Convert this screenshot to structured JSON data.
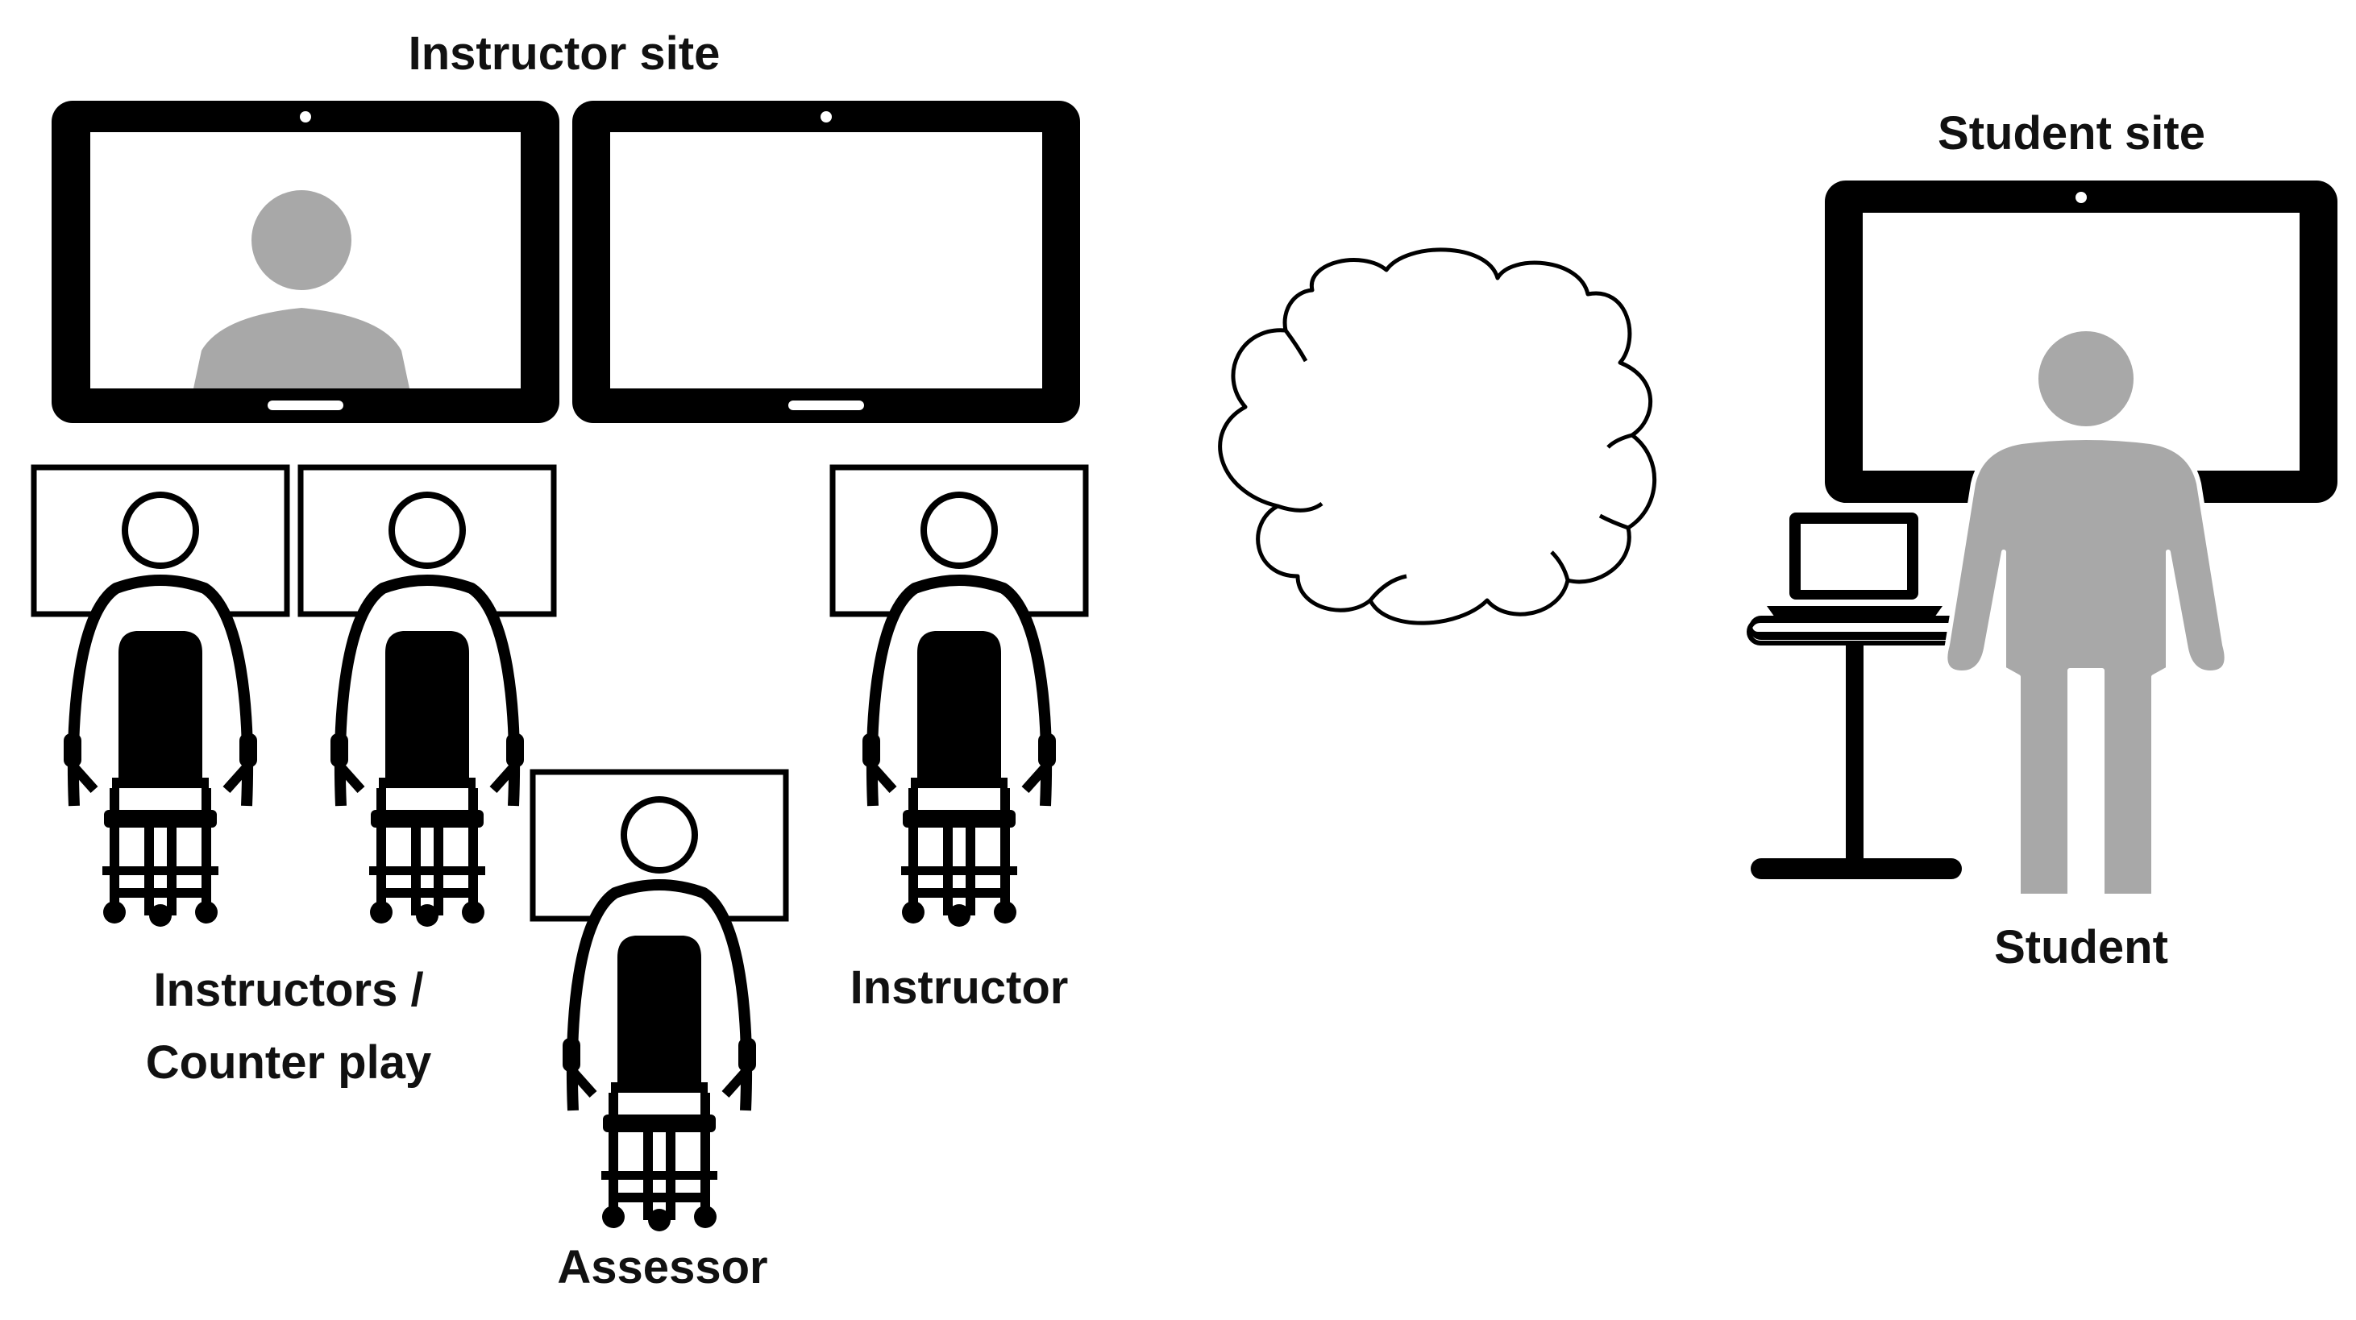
{
  "labels": {
    "instructor_site": "Instructor site",
    "student_site": "Student site",
    "instructors_line1": "Instructors /",
    "instructors_line2": "Counter play",
    "instructor": "Instructor",
    "assessor": "Assessor",
    "student": "Student"
  },
  "colors": {
    "stroke": "#000000",
    "person_gray": "#a8a8a8",
    "background": "#ffffff"
  }
}
